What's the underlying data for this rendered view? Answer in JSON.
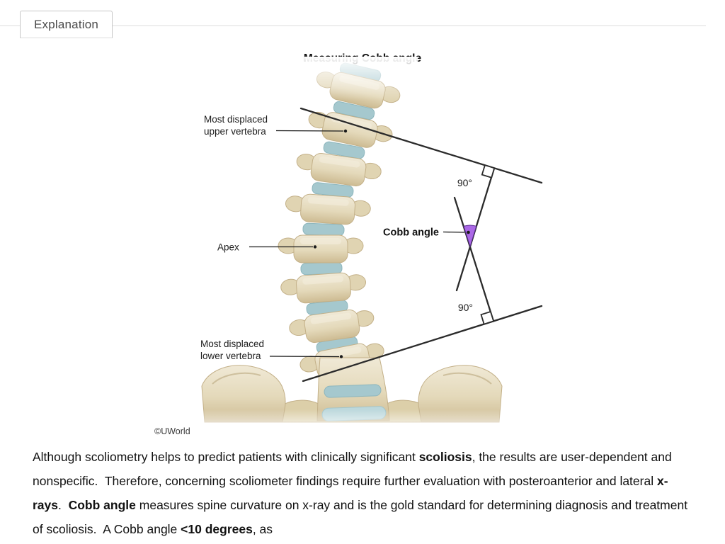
{
  "tab": {
    "label": "Explanation"
  },
  "figure": {
    "title": "Measuring Cobb angle",
    "labels": {
      "upper_vertebra_line1": "Most displaced",
      "upper_vertebra_line2": "upper vertebra",
      "apex": "Apex",
      "cobb_angle": "Cobb angle",
      "angle_top": "90°",
      "angle_bottom": "90°",
      "lower_vertebra_line1": "Most displaced",
      "lower_vertebra_line2": "lower vertebra"
    },
    "credit": "©UWorld",
    "colors": {
      "bone": "#e6dcbd",
      "bone_shadow": "#c3b088",
      "disc_teal": "#a5c8ce",
      "angle_fill": "#ab68e6",
      "angle_stroke": "#5a2d91",
      "line": "#2b2b2b"
    }
  },
  "paragraph": {
    "segments": [
      {
        "text": "Although scoliometry helps to predict patients with clinically significant ",
        "bold": false
      },
      {
        "text": "scoliosis",
        "bold": true
      },
      {
        "text": ", the results are user-dependent and nonspecific.  Therefore, concerning scoliometer findings require further evaluation with posteroanterior and lateral ",
        "bold": false
      },
      {
        "text": "x-rays",
        "bold": true
      },
      {
        "text": ".  ",
        "bold": false
      },
      {
        "text": "Cobb angle",
        "bold": true
      },
      {
        "text": " measures spine curvature on x-ray and is the gold standard for determining diagnosis and treatment of scoliosis.  A Cobb angle ",
        "bold": false
      },
      {
        "text": "<10 degrees",
        "bold": true
      },
      {
        "text": ", as",
        "bold": false
      }
    ]
  }
}
